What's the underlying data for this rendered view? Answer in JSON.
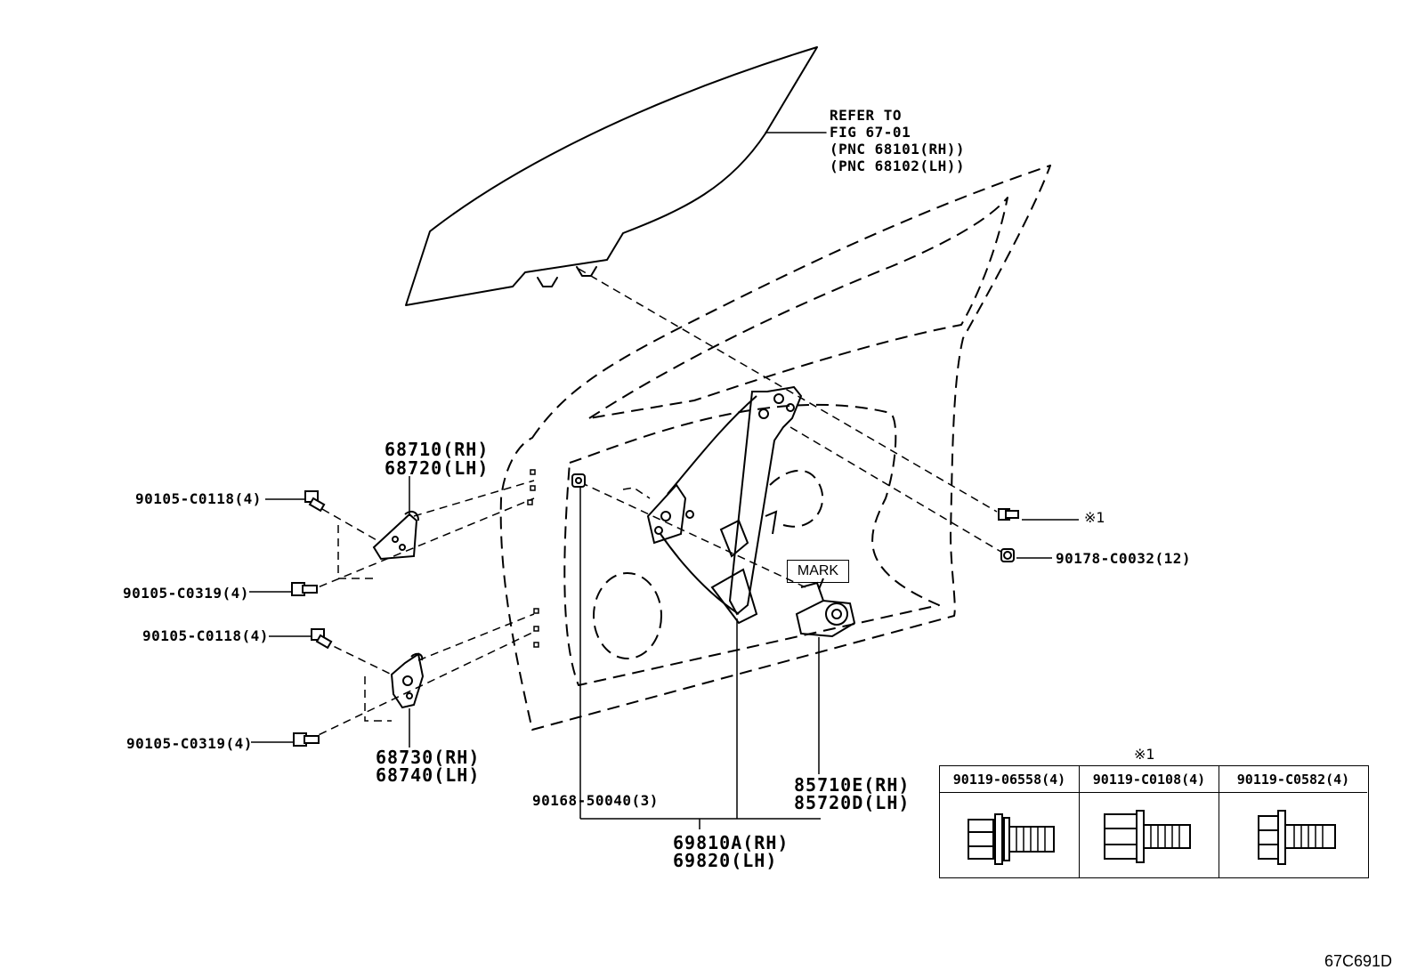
{
  "glass_ref": {
    "line1": "REFER TO",
    "line2": "FIG 67-01",
    "line3": "(PNC 68101(RH))",
    "line4": "(PNC 68102(LH))"
  },
  "hinge_upper": {
    "rh": "68710(RH)",
    "lh": "68720(LH)"
  },
  "hinge_lower": {
    "rh": "68730(RH)",
    "lh": "68740(LH)"
  },
  "bolts": {
    "upper_top": "90105-C0118(4)",
    "upper_bottom": "90105-C0319(4)",
    "lower_top": "90105-C0118(4)",
    "lower_bottom": "90105-C0319(4)"
  },
  "right_parts": {
    "bolt_note": "※1",
    "nut": "90178-C0032(12)"
  },
  "clip": "90168-50040(3)",
  "motor": {
    "rh": "85710E(RH)",
    "lh": "85720D(LH)"
  },
  "regulator": {
    "rh": "69810A(RH)",
    "lh": "69820(LH)"
  },
  "mark_label": "MARK",
  "legend": {
    "note": "※1",
    "columns": [
      "90119-06558(4)",
      "90119-C0108(4)",
      "90119-C0582(4)"
    ]
  },
  "figure_code": "67C691D"
}
